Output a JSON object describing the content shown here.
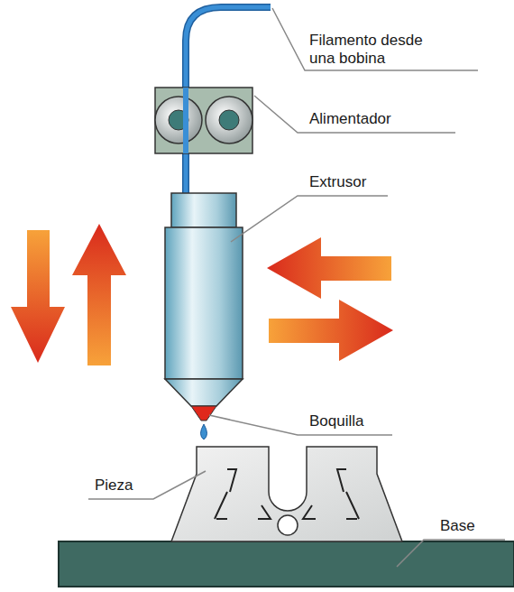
{
  "diagram": {
    "labels": [
      "Filamento desde una bobina",
      "Alimentador",
      "Extrusor",
      "Boquilla",
      "Pieza",
      "Base"
    ]
  }
}
